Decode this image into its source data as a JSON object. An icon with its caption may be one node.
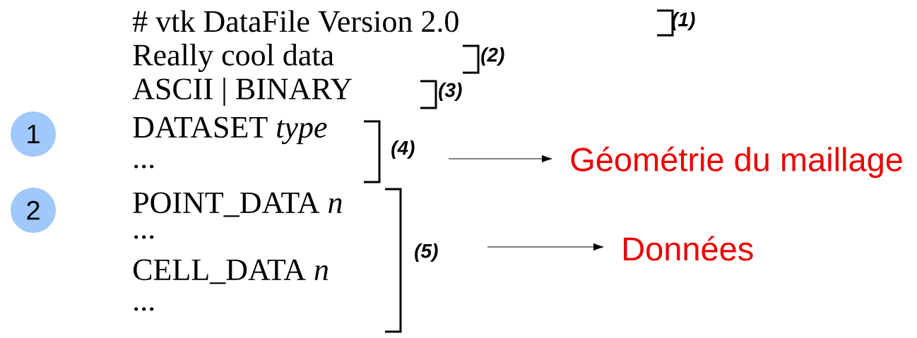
{
  "diagram": {
    "nodes": [
      {
        "text": [
          "Géométrie du maillage"
        ]
      },
      {
        "text": [
          "Données"
        ]
      },
      {
        "text": [
          "1"
        ]
      },
      {
        "text": [
          "2"
        ]
      }
    ],
    "edges": [
      {
        "from": null,
        "to": 0,
        "arrow": "to"
      },
      {
        "from": null,
        "to": 1,
        "arrow": "to"
      }
    ],
    "labels": [
      "# vtk DataFile Version 2.0",
      "(1)",
      "Really cool data",
      "(2)",
      "ASCII | BINARY",
      "(3)",
      "DATASET *type*",
      "(4)",
      "...",
      "POINT_DATA *n*",
      "...",
      "(5)",
      "CELL_DATA *n*",
      "..."
    ]
  }
}
